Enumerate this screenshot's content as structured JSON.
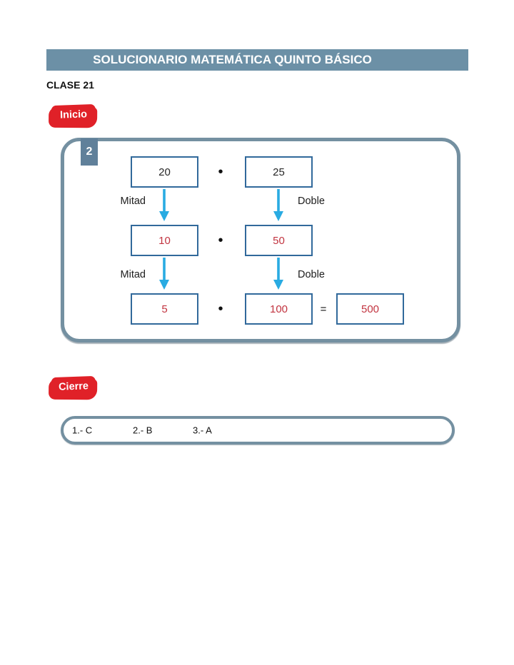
{
  "header": {
    "title": "SOLUCIONARIO MATEMÁTICA QUINTO BÁSICO",
    "clase": "CLASE 21"
  },
  "sections": {
    "inicio_label": "Inicio",
    "cierre_label": "Cierre"
  },
  "exercise": {
    "number": "2",
    "operator": "•",
    "equals": "=",
    "labels": {
      "half": "Mitad",
      "double": "Doble"
    },
    "rows": [
      {
        "left": "20",
        "right": "25"
      },
      {
        "left": "10",
        "right": "50"
      },
      {
        "left": "5",
        "right": "100",
        "result": "500"
      }
    ]
  },
  "answers": {
    "items": [
      {
        "label": "1.- C"
      },
      {
        "label": "2.- B"
      },
      {
        "label": "3.- A"
      }
    ]
  },
  "colors": {
    "header_bar": "#6C90A6",
    "number_badge": "#60809A",
    "panel_border": "#7490A1",
    "box_border": "#31699B",
    "value_red": "#C23440",
    "arrow_blue": "#29ABE2",
    "sticker_red": "#E02128"
  }
}
